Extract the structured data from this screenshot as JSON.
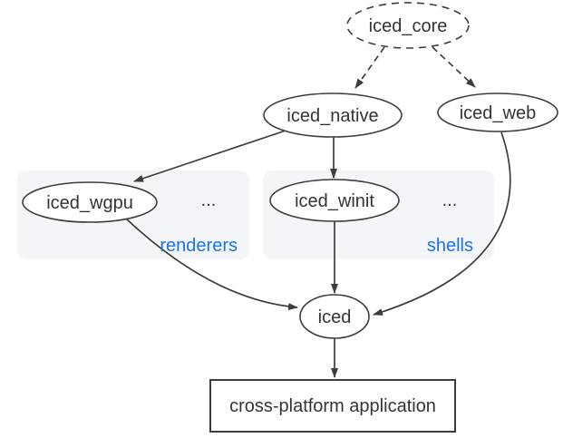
{
  "diagram": {
    "nodes": {
      "iced_core": {
        "label": "iced_core"
      },
      "iced_native": {
        "label": "iced_native"
      },
      "iced_web": {
        "label": "iced_web"
      },
      "iced_wgpu": {
        "label": "iced_wgpu"
      },
      "iced_winit": {
        "label": "iced_winit"
      },
      "iced": {
        "label": "iced"
      },
      "app": {
        "label": "cross-platform application"
      }
    },
    "groups": {
      "renderers": {
        "label": "renderers",
        "ellipsis": "..."
      },
      "shells": {
        "label": "shells",
        "ellipsis": "..."
      }
    },
    "edges": [
      {
        "from": "iced_core",
        "to": "iced_native",
        "style": "dashed"
      },
      {
        "from": "iced_core",
        "to": "iced_web",
        "style": "dashed"
      },
      {
        "from": "iced_native",
        "to": "iced_wgpu",
        "style": "solid"
      },
      {
        "from": "iced_native",
        "to": "iced_winit",
        "style": "solid"
      },
      {
        "from": "iced_wgpu",
        "to": "iced",
        "style": "solid"
      },
      {
        "from": "iced_winit",
        "to": "iced",
        "style": "solid"
      },
      {
        "from": "iced_web",
        "to": "iced",
        "style": "solid"
      },
      {
        "from": "iced",
        "to": "app",
        "style": "solid"
      }
    ],
    "colors": {
      "line": "#3d3d3d",
      "text": "#343434",
      "group_label": "#1a73e8",
      "group_fill": "#f4f5f8"
    }
  }
}
